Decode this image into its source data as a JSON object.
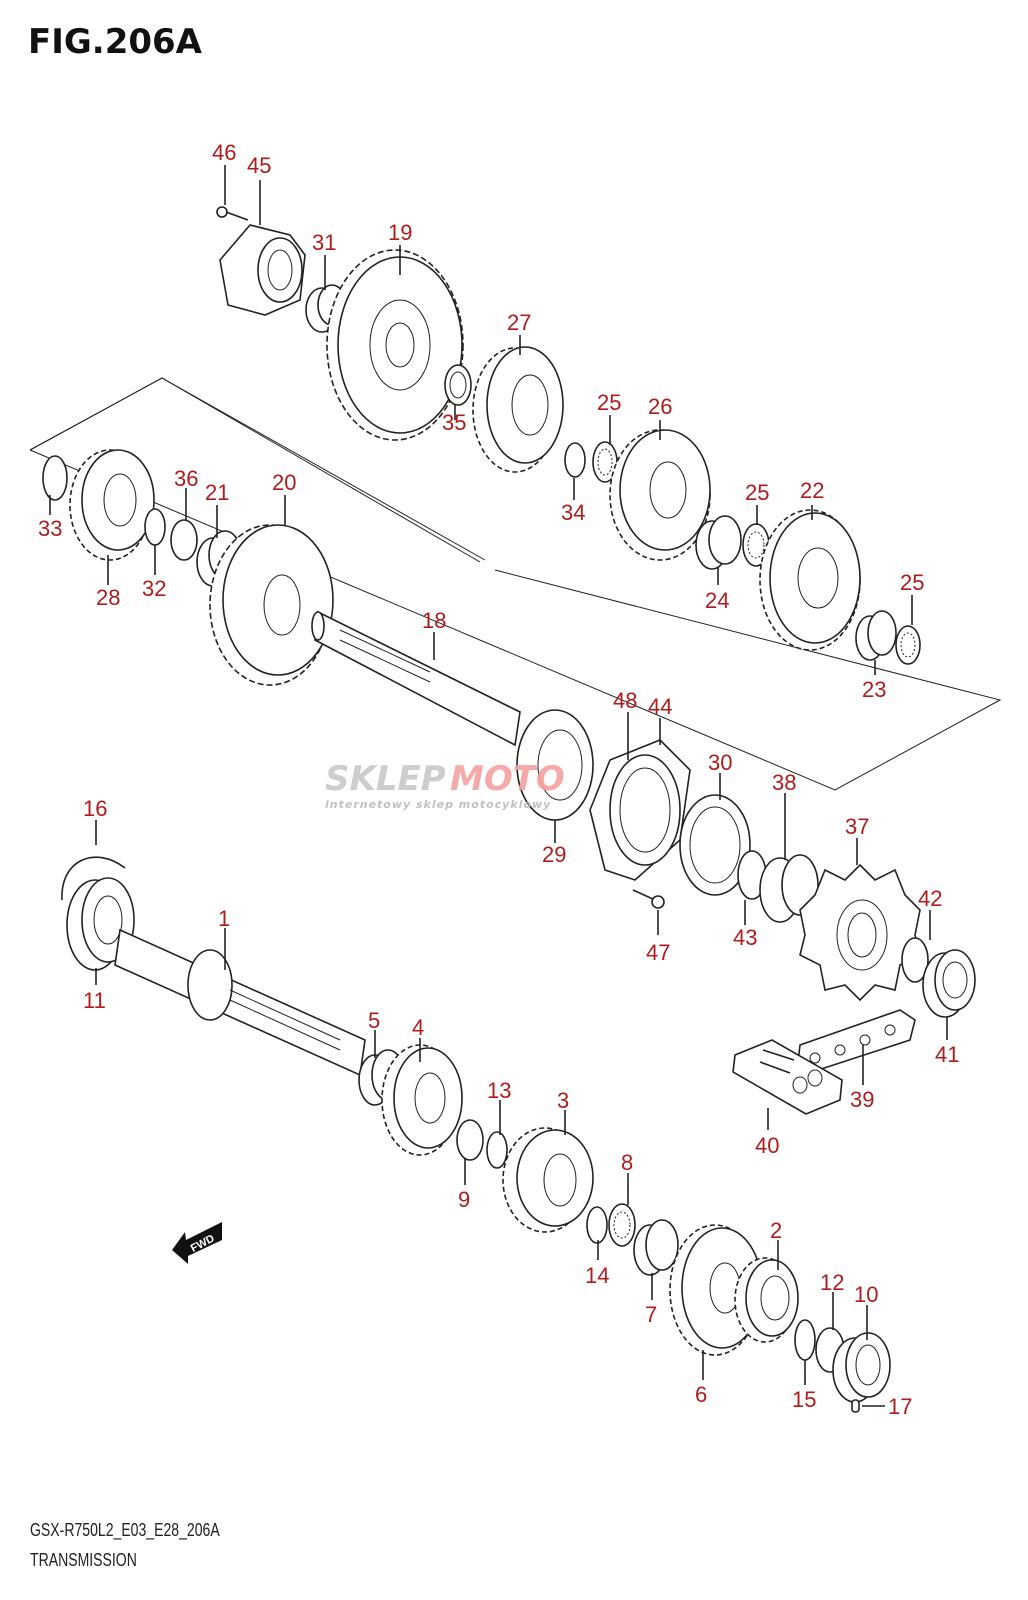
{
  "figure": {
    "title": "FIG.206A",
    "model_code": "GSX-R750L2_E03_E28_206A",
    "caption": "TRANSMISSION"
  },
  "watermark": {
    "brand_part1": "SKLEP",
    "brand_part2": "MOTO",
    "tagline": "internetowy sklep motocyklowy",
    "color_gray": "#c8c8c8",
    "color_red": "#f4a0a0"
  },
  "fwd_arrow": {
    "label": "FWD"
  },
  "label_color": "#b01c1c",
  "callouts": [
    {
      "id": "46",
      "text": "46"
    },
    {
      "id": "45",
      "text": "45"
    },
    {
      "id": "31",
      "text": "31"
    },
    {
      "id": "19",
      "text": "19"
    },
    {
      "id": "27",
      "text": "27"
    },
    {
      "id": "35",
      "text": "35"
    },
    {
      "id": "25a",
      "text": "25"
    },
    {
      "id": "26",
      "text": "26"
    },
    {
      "id": "34",
      "text": "34"
    },
    {
      "id": "25b",
      "text": "25"
    },
    {
      "id": "22",
      "text": "22"
    },
    {
      "id": "24",
      "text": "24"
    },
    {
      "id": "25c",
      "text": "25"
    },
    {
      "id": "23",
      "text": "23"
    },
    {
      "id": "33",
      "text": "33"
    },
    {
      "id": "36",
      "text": "36"
    },
    {
      "id": "21",
      "text": "21"
    },
    {
      "id": "20",
      "text": "20"
    },
    {
      "id": "28",
      "text": "28"
    },
    {
      "id": "32",
      "text": "32"
    },
    {
      "id": "18",
      "text": "18"
    },
    {
      "id": "48",
      "text": "48"
    },
    {
      "id": "44",
      "text": "44"
    },
    {
      "id": "30",
      "text": "30"
    },
    {
      "id": "29",
      "text": "29"
    },
    {
      "id": "38",
      "text": "38"
    },
    {
      "id": "37",
      "text": "37"
    },
    {
      "id": "47",
      "text": "47"
    },
    {
      "id": "43",
      "text": "43"
    },
    {
      "id": "42",
      "text": "42"
    },
    {
      "id": "41",
      "text": "41"
    },
    {
      "id": "16",
      "text": "16"
    },
    {
      "id": "1",
      "text": "1"
    },
    {
      "id": "11",
      "text": "11"
    },
    {
      "id": "5",
      "text": "5"
    },
    {
      "id": "4",
      "text": "4"
    },
    {
      "id": "39",
      "text": "39"
    },
    {
      "id": "40",
      "text": "40"
    },
    {
      "id": "13",
      "text": "13"
    },
    {
      "id": "3",
      "text": "3"
    },
    {
      "id": "9",
      "text": "9"
    },
    {
      "id": "8",
      "text": "8"
    },
    {
      "id": "14",
      "text": "14"
    },
    {
      "id": "7",
      "text": "7"
    },
    {
      "id": "2",
      "text": "2"
    },
    {
      "id": "12",
      "text": "12"
    },
    {
      "id": "10",
      "text": "10"
    },
    {
      "id": "6",
      "text": "6"
    },
    {
      "id": "15",
      "text": "15"
    },
    {
      "id": "17",
      "text": "17"
    }
  ]
}
